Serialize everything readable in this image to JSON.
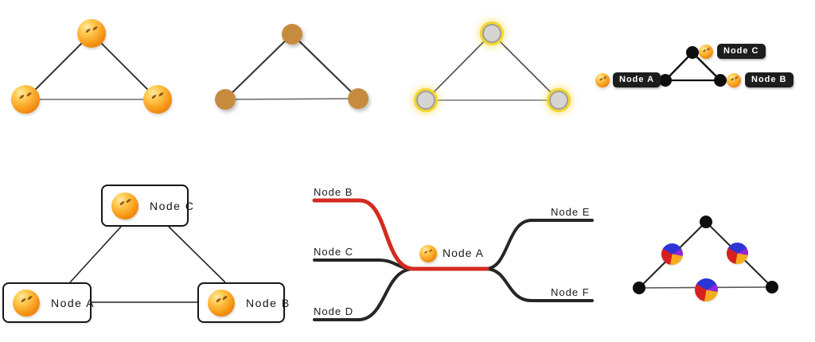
{
  "background": "#ffffff",
  "colors": {
    "edge": "#3a3a3a",
    "smiley_highlight": "#ffe9ab",
    "smiley_main": "#f89c1b",
    "smiley_shadow": "#d96a00",
    "flat_dot": "#c78b40",
    "glow_ring": "#f2d428",
    "glow_fill": "#d7d5d2",
    "chip_bg": "#1d1d1d",
    "chip_text": "#ffffff",
    "box_border": "#161616",
    "mindmap_red": "#d32b20",
    "mindmap_black": "#262626",
    "pie_blue": "#2e33d4",
    "pie_purple": "#8f27d8",
    "pie_orange": "#f6ac1d",
    "pie_red": "#d62020"
  },
  "labeled_dot_graph": {
    "labels": [
      "Node A",
      "Node B",
      "Node C"
    ]
  },
  "box_graph": {
    "labels": [
      "Node A",
      "Node B",
      "Node C"
    ]
  },
  "mindmap": {
    "center_label": "Node A",
    "left_labels": [
      "Node B",
      "Node C",
      "Node D"
    ],
    "right_labels": [
      "Node E",
      "Node F"
    ]
  },
  "pie_graph": {
    "pie": {
      "start_deg": 300,
      "slices": [
        {
          "name": "blue",
          "color": "#2e33d4",
          "deg": 120
        },
        {
          "name": "purple",
          "color": "#8f27d8",
          "deg": 40
        },
        {
          "name": "orange",
          "color": "#f6ac1d",
          "deg": 90
        },
        {
          "name": "red",
          "color": "#d62020",
          "deg": 110
        }
      ]
    }
  }
}
